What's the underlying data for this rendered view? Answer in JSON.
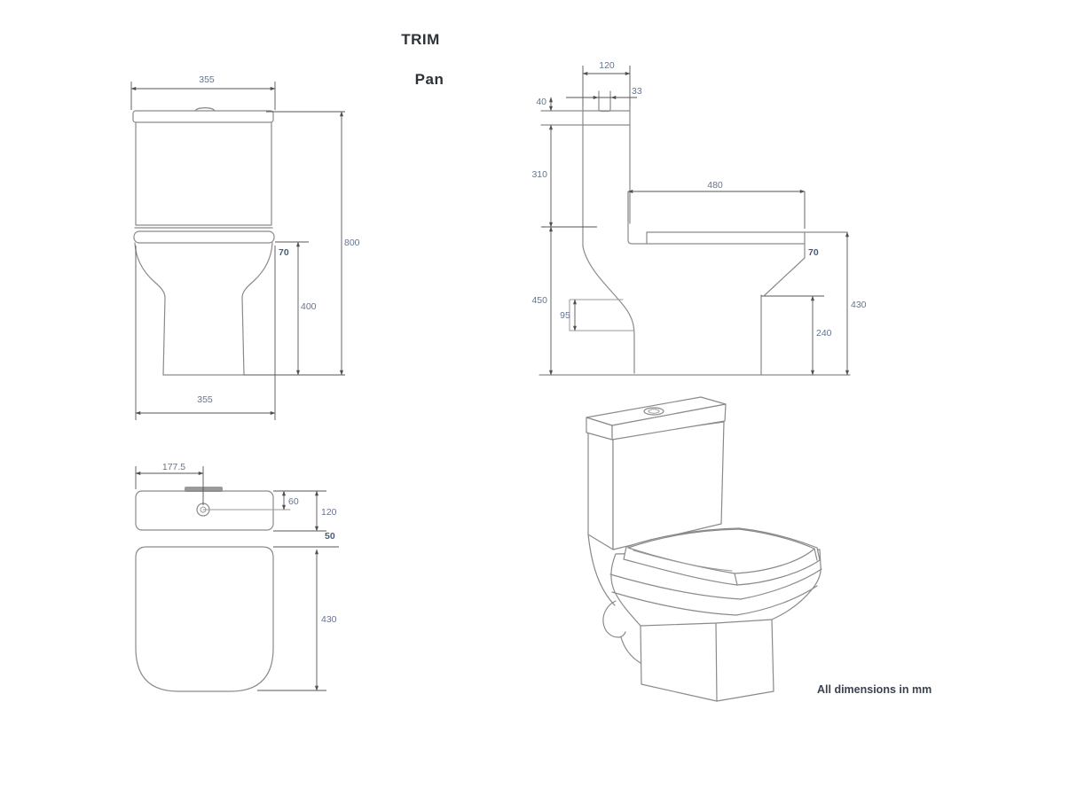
{
  "title": "TRIM",
  "subtitle": "Pan",
  "note": "All dimensions in mm",
  "front": {
    "width_top": "355",
    "overall_height": "800",
    "seat_thickness": "70",
    "pan_height": "400",
    "width_bottom": "355"
  },
  "side": {
    "cistern_depth": "120",
    "flush_button_width": "33",
    "button_height": "40",
    "cistern_height": "310",
    "seat_depth": "480",
    "seat_front_thickness": "70",
    "back_height": "450",
    "outlet_height": "95",
    "base_front_height": "240",
    "pan_height": "430"
  },
  "top": {
    "button_from_side": "177.5",
    "button_inset": "60",
    "cistern_depth": "120",
    "cistern_pan_gap": "50",
    "pan_length": "430"
  },
  "colors": {
    "object_line": "#8a8a8a",
    "dimension_line": "#555555",
    "dimension_text": "#66758f",
    "title_text": "#2c3237"
  }
}
